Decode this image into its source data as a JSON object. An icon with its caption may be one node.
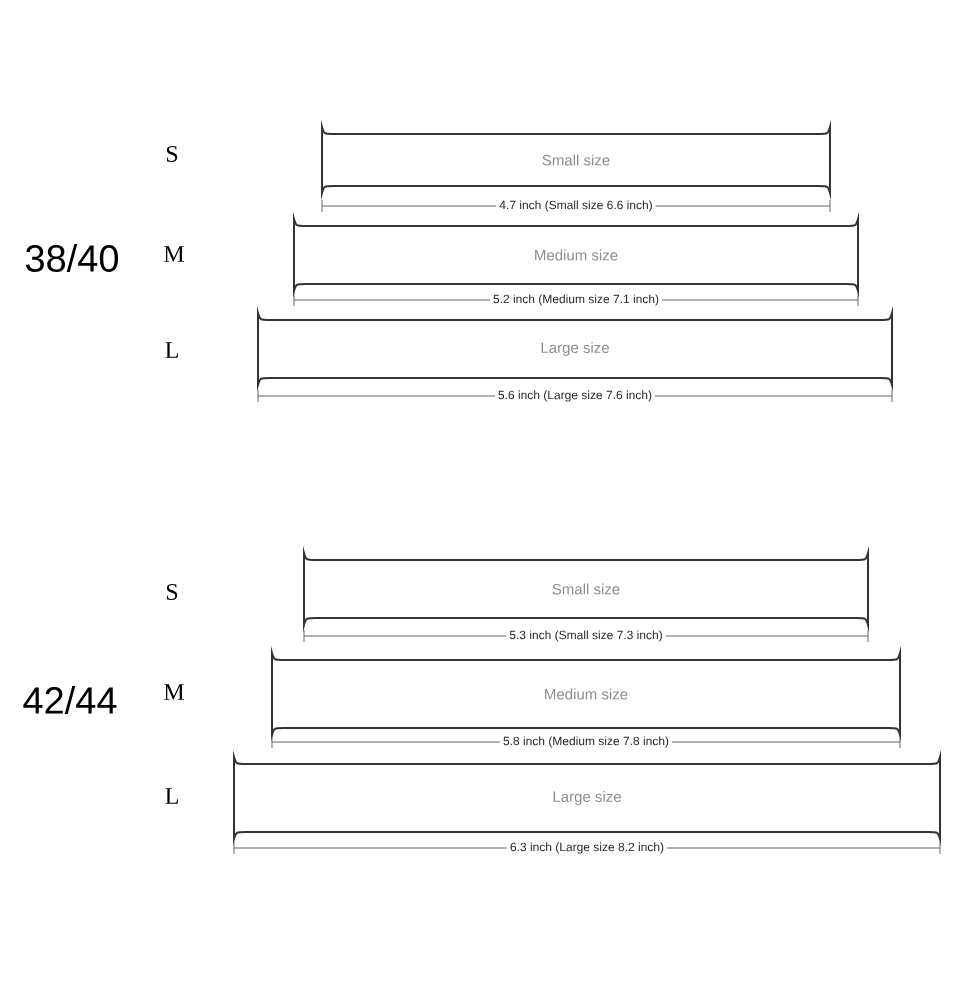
{
  "diagram": {
    "nodes": [
      {
        "text": [
          "Small size"
        ],
        "beside": [
          "4.7 inch (Small size 6.6 inch)"
        ]
      },
      {
        "text": [
          "Medium size"
        ],
        "beside": [
          "5.2 inch (Medium size 7.1 inch)"
        ]
      },
      {
        "text": [
          "Large size"
        ],
        "beside": [
          "5.6 inch (Large size 7.6 inch)"
        ]
      },
      {
        "text": [
          "Small size"
        ],
        "beside": [
          "5.3 inch (Small size 7.3 inch)"
        ]
      },
      {
        "text": [
          "Medium size"
        ],
        "beside": [
          "5.8 inch (Medium size 7.8 inch)"
        ]
      },
      {
        "text": [
          "Large size"
        ],
        "beside": [
          "6.3 inch (Large size 8.2 inch)"
        ]
      }
    ],
    "labels": [
      "38/40",
      "S",
      "M",
      "L",
      "42/44",
      "S",
      "M",
      "L"
    ]
  }
}
